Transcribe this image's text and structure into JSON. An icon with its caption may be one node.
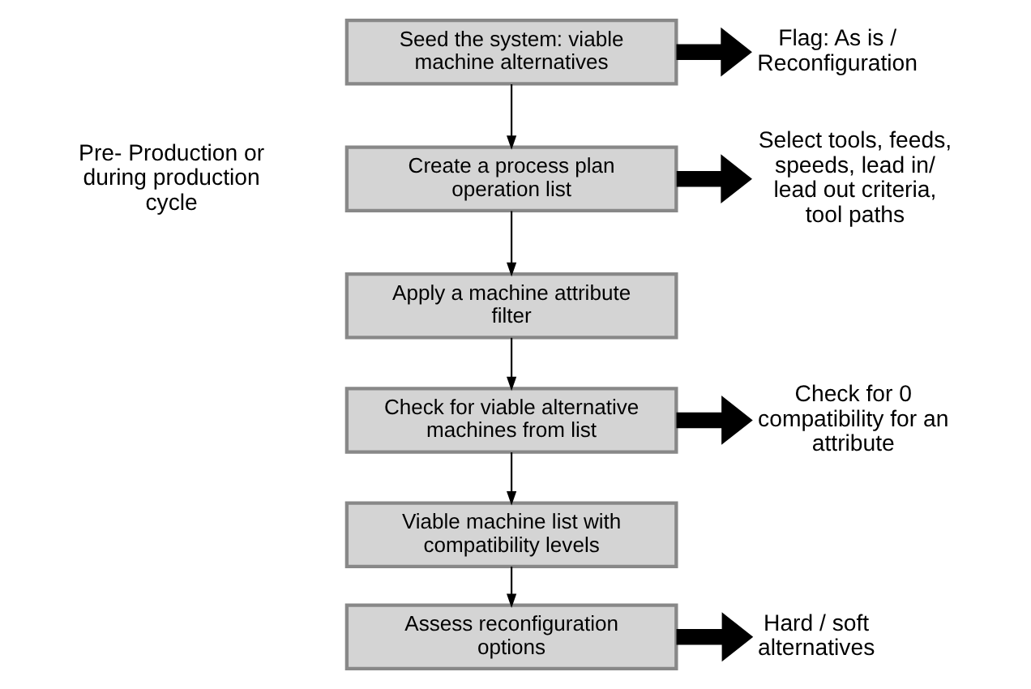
{
  "diagram": {
    "nodes": [
      {
        "text": [
          "Seed the system: viable machine alternatives"
        ]
      },
      {
        "text": [
          "Create a process plan operation list"
        ]
      },
      {
        "text": [
          "Apply a machine attribute filter"
        ]
      },
      {
        "text": [
          "Check for viable alternative machines from list"
        ]
      },
      {
        "text": [
          "Viable machine list with compatibility levels"
        ]
      },
      {
        "text": [
          "Assess reconfiguration options"
        ]
      },
      {
        "text": [
          "Flag: As is / Reconfiguration"
        ]
      },
      {
        "text": [
          "Select tools, feeds, speeds, lead in/ lead out criteria, tool paths"
        ]
      },
      {
        "text": [
          "Check for 0 compatibility for an attribute"
        ]
      },
      {
        "text": [
          "Hard / soft alternatives"
        ]
      }
    ],
    "edges": [
      {
        "from": 0,
        "to": 1,
        "arrow": "to"
      },
      {
        "from": 1,
        "to": 2,
        "arrow": "to"
      },
      {
        "from": 2,
        "to": 3,
        "arrow": "to"
      },
      {
        "from": 3,
        "to": 4,
        "arrow": "to"
      },
      {
        "from": 4,
        "to": 5,
        "arrow": "to"
      },
      {
        "from": 0,
        "to": 6,
        "arrow": "to",
        "style": "thick"
      },
      {
        "from": 1,
        "to": 7,
        "arrow": "to",
        "style": "thick"
      },
      {
        "from": 3,
        "to": 8,
        "arrow": "to",
        "style": "thick"
      },
      {
        "from": 5,
        "to": 9,
        "arrow": "to",
        "style": "thick"
      }
    ],
    "labels": [
      "Pre- Production or during production cycle"
    ]
  }
}
